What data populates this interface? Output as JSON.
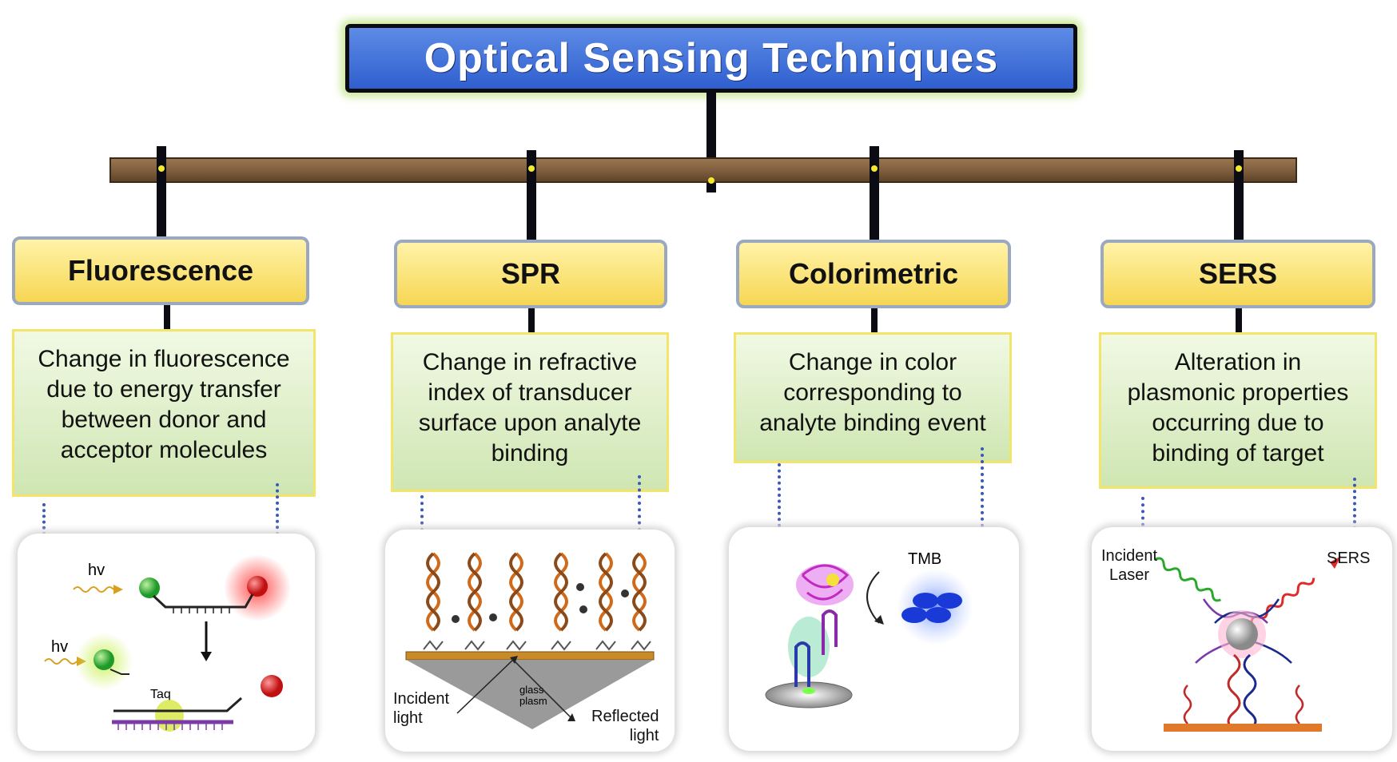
{
  "title": "Optical Sensing Techniques",
  "techniques": [
    {
      "name": "Fluorescence",
      "description": "Change in fluorescence\ndue to energy transfer\nbetween donor and\nacceptor molecules"
    },
    {
      "name": "SPR",
      "description": "Change in refractive\nindex of transducer\nsurface upon analyte\nbinding"
    },
    {
      "name": "Colorimetric",
      "description": "Change in color\ncorresponding to\nanalyte binding  event"
    },
    {
      "name": "SERS",
      "description": "Alteration in\nplasmonic properties\noccurring due to\nbinding  of target"
    }
  ],
  "panels": {
    "fluorescence": {
      "hv_top": "hv",
      "hv_bottom": "hv",
      "enzyme": "Taq"
    },
    "spr": {
      "prism": "glass\nplasm",
      "incident": "Incident\nlight",
      "reflected": "Reflected\nlight"
    },
    "colorimetric": {
      "substrate": "TMB"
    },
    "sers": {
      "incident": "Incident\nLaser",
      "scattered": "SERS"
    }
  },
  "colors": {
    "title_bg": "#3f6fd9",
    "category_bg": "#f6d653",
    "description_bg": "#d9edc0",
    "beam": "#7a5a3a",
    "connector": "#3b57b8"
  }
}
